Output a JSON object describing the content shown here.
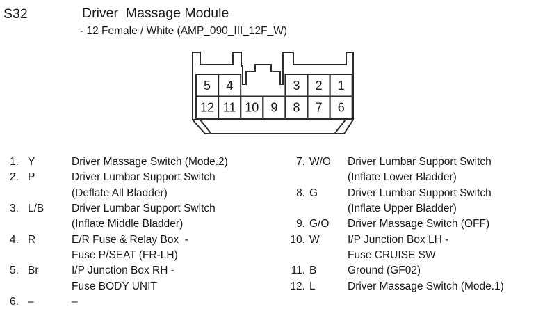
{
  "header": {
    "code": "S32",
    "title": "Driver  Massage Module",
    "subtitle": "- 12 Female / White (AMP_090_III_12F_W)"
  },
  "connector": {
    "description": "12-cavity female connector, front view",
    "top_row": [
      "5",
      "4",
      "3",
      "2",
      "1"
    ],
    "bottom_row": [
      "12",
      "11",
      "10",
      "9",
      "8",
      "7",
      "6"
    ]
  },
  "pins": {
    "left": [
      {
        "num": "1.",
        "color": "Y",
        "desc": "Driver Massage Switch (Mode.2)"
      },
      {
        "num": "2.",
        "color": "P",
        "desc": "Driver Lumbar Support Switch\n(Deflate All Bladder)"
      },
      {
        "num": "3.",
        "color": "L/B",
        "desc": "Driver Lumbar Support Switch\n(Inflate Middle Bladder)"
      },
      {
        "num": "4.",
        "color": "R",
        "desc": "E/R Fuse & Relay Box  -\nFuse P/SEAT (FR-LH)"
      },
      {
        "num": "5.",
        "color": "Br",
        "desc": "I/P Junction Box RH -\nFuse BODY UNIT"
      },
      {
        "num": "6.",
        "color": "–",
        "desc": "–"
      }
    ],
    "right": [
      {
        "num": "7.",
        "color": "W/O",
        "desc": "Driver Lumbar Support Switch\n(Inflate Lower Bladder)"
      },
      {
        "num": "8.",
        "color": "G",
        "desc": "Driver Lumbar Support Switch\n(Inflate Upper Bladder)"
      },
      {
        "num": "9.",
        "color": "G/O",
        "desc": "Driver Massage Switch (OFF)"
      },
      {
        "num": "10.",
        "color": "W",
        "desc": "I/P Junction Box LH -\nFuse CRUISE SW"
      },
      {
        "num": "11.",
        "color": "B",
        "desc": "Ground (GF02)"
      },
      {
        "num": "12.",
        "color": "L",
        "desc": "Driver Massage Switch (Mode.1)"
      }
    ]
  },
  "colors": {
    "ink": "#1a1a1a",
    "line": "#2b2b2b",
    "background": "#ffffff"
  }
}
